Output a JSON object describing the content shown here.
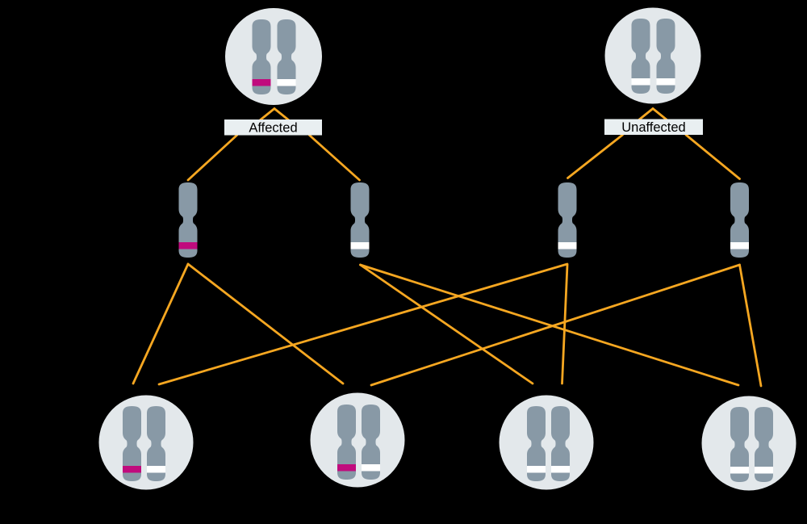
{
  "labels": {
    "affected": "Affected",
    "unaffected": "Unaffected"
  },
  "colors": {
    "background": "#000000",
    "cell_fill": "#E3E8EB",
    "chromosome_fill": "#8899A6",
    "carrier_band": "#C00B7D",
    "normal_band": "#FFFFFF",
    "line": "#F6A721",
    "label_bg": "#E9EFF1",
    "label_text": "#000000"
  },
  "diagram": {
    "parents": [
      {
        "id": "affected-parent",
        "label": "Affected",
        "chromosome_bands": [
          "carrier",
          "normal"
        ]
      },
      {
        "id": "unaffected-parent",
        "label": "Unaffected",
        "chromosome_bands": [
          "normal",
          "normal"
        ]
      }
    ],
    "gametes": [
      {
        "id": "gamete-1",
        "parent": "affected-parent",
        "band": "carrier"
      },
      {
        "id": "gamete-2",
        "parent": "affected-parent",
        "band": "normal"
      },
      {
        "id": "gamete-3",
        "parent": "unaffected-parent",
        "band": "normal"
      },
      {
        "id": "gamete-4",
        "parent": "unaffected-parent",
        "band": "normal"
      }
    ],
    "offspring": [
      {
        "id": "offspring-1",
        "chromosome_bands": [
          "carrier",
          "normal"
        ]
      },
      {
        "id": "offspring-2",
        "chromosome_bands": [
          "carrier",
          "normal"
        ]
      },
      {
        "id": "offspring-3",
        "chromosome_bands": [
          "normal",
          "normal"
        ]
      },
      {
        "id": "offspring-4",
        "chromosome_bands": [
          "normal",
          "normal"
        ]
      }
    ],
    "connections": {
      "parent_to_gamete": [
        [
          "affected-parent",
          "gamete-1"
        ],
        [
          "affected-parent",
          "gamete-2"
        ],
        [
          "unaffected-parent",
          "gamete-3"
        ],
        [
          "unaffected-parent",
          "gamete-4"
        ]
      ],
      "gamete_to_offspring": [
        [
          "gamete-1",
          "offspring-1"
        ],
        [
          "gamete-1",
          "offspring-2"
        ],
        [
          "gamete-2",
          "offspring-3"
        ],
        [
          "gamete-2",
          "offspring-4"
        ],
        [
          "gamete-3",
          "offspring-1"
        ],
        [
          "gamete-3",
          "offspring-3"
        ],
        [
          "gamete-4",
          "offspring-2"
        ],
        [
          "gamete-4",
          "offspring-4"
        ]
      ]
    }
  }
}
